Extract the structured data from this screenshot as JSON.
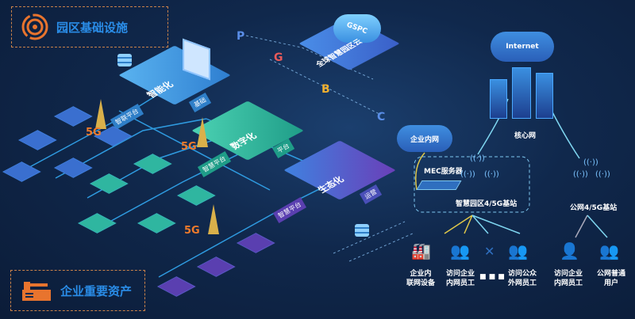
{
  "legend_top": {
    "label": "园区基础设施",
    "icon": "target-rings-icon",
    "color": "#e8742e"
  },
  "legend_bottom": {
    "label": "企业重要资产",
    "icon": "machine-icon",
    "color": "#e8742e"
  },
  "platforms": {
    "intelligent": {
      "label": "智能化",
      "tag": "基础"
    },
    "digital": {
      "label": "数字化",
      "tag": "平台"
    },
    "ecological": {
      "label": "生态化",
      "tag": "运营"
    }
  },
  "cloud_platform": {
    "badge": "GSPC",
    "label": "全球智慧园区云"
  },
  "letters": [
    "P",
    "G",
    "B",
    "C"
  ],
  "connectors": [
    "智联平台",
    "智慧平台",
    "智慧平台"
  ],
  "fiveg": "5G",
  "network": {
    "internet": "Internet",
    "core": "核心网",
    "enterprise_net": "企业内网",
    "mec": "MEC服务器",
    "park_station": "智慧园区4/5G基站",
    "public_station": "公网4/5G基站",
    "ellipsis": "■ ■ ■",
    "users": [
      {
        "label": "企业内\n联网设备",
        "icon": "factory-icon"
      },
      {
        "label": "访问企业\n内网员工",
        "icon": "meeting-icon"
      },
      {
        "label": "访问公众\n外网员工",
        "icon": "group-icon"
      },
      {
        "label": "访问企业\n内网员工",
        "icon": "laptop-user-icon"
      },
      {
        "label": "公网普通\n用户",
        "icon": "users-icon"
      }
    ]
  },
  "colors": {
    "accent_orange": "#e8742e",
    "accent_blue": "#2a8de8",
    "teal": "#2fb6a0",
    "purple": "#6a3fb8"
  }
}
